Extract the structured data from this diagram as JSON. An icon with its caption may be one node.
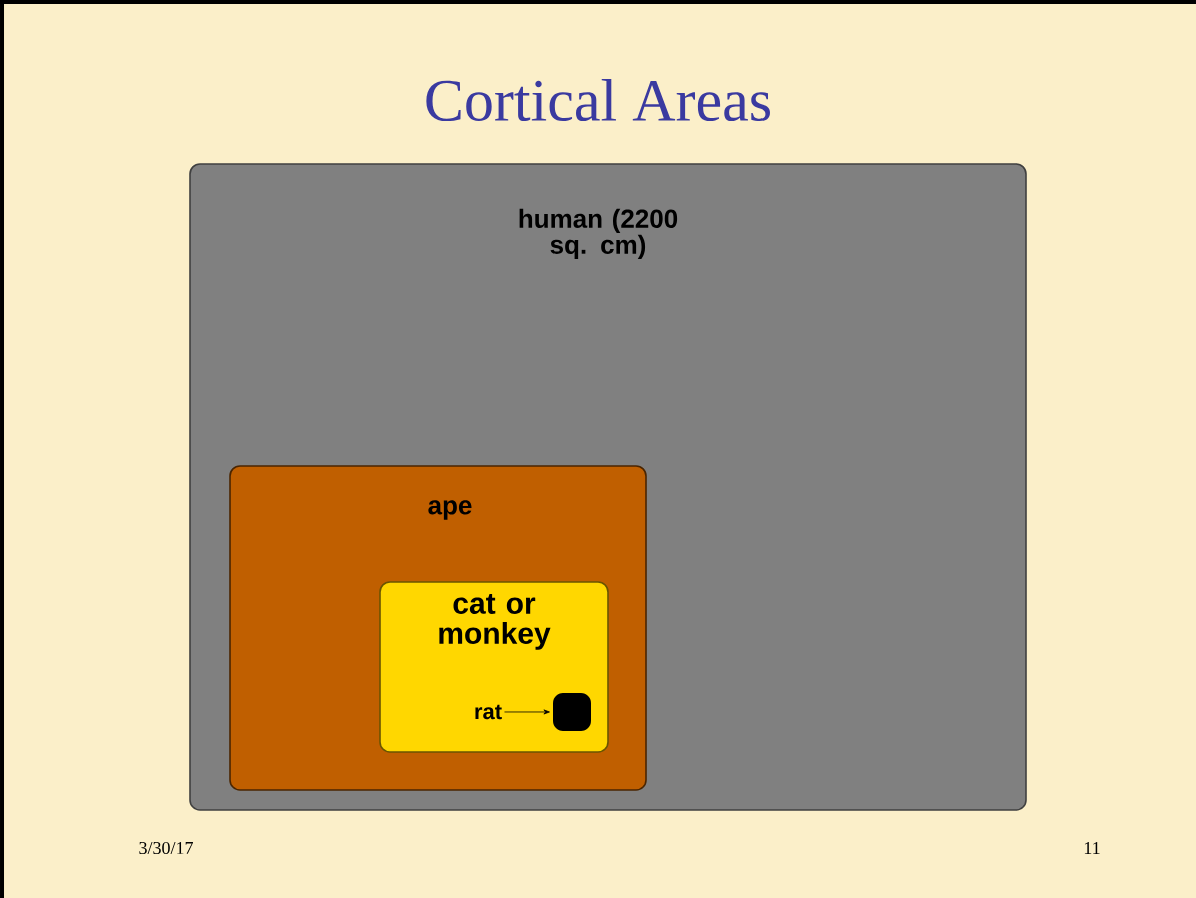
{
  "diagram": {
    "title": "Cortical Areas",
    "nodes": [
      {
        "text": [
          "human (2200 sq. cm)"
        ]
      },
      {
        "text": [
          "ape"
        ],
        "in": 0
      },
      {
        "text": [
          "cat or monkey"
        ],
        "in": 1
      },
      {
        "text": [
          "rat"
        ],
        "in": 2
      },
      {
        "text": [],
        "shape": "box",
        "in": 2
      }
    ],
    "edges": [
      {
        "from": 3,
        "to": 4,
        "arrow": "to"
      }
    ],
    "labels": [
      "3/30/17",
      "11"
    ]
  }
}
